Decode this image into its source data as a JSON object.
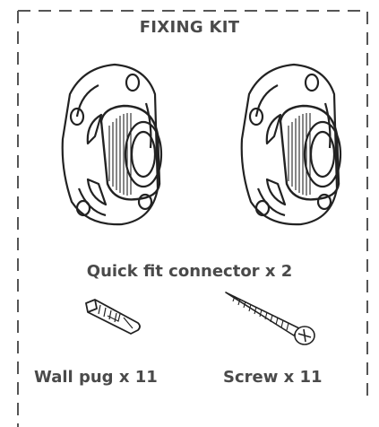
{
  "title": "FIXING KIT",
  "items": {
    "connector_caption": "Quick fit connector x 2",
    "plug_caption": "Wall pug x 11",
    "screw_caption": "Screw x 11"
  },
  "icons": [
    "quick-fit-connector-icon",
    "wall-plug-icon",
    "screw-icon"
  ],
  "colors": {
    "text": "#4a4a4a",
    "line": "#333333",
    "frame": "#555555"
  }
}
